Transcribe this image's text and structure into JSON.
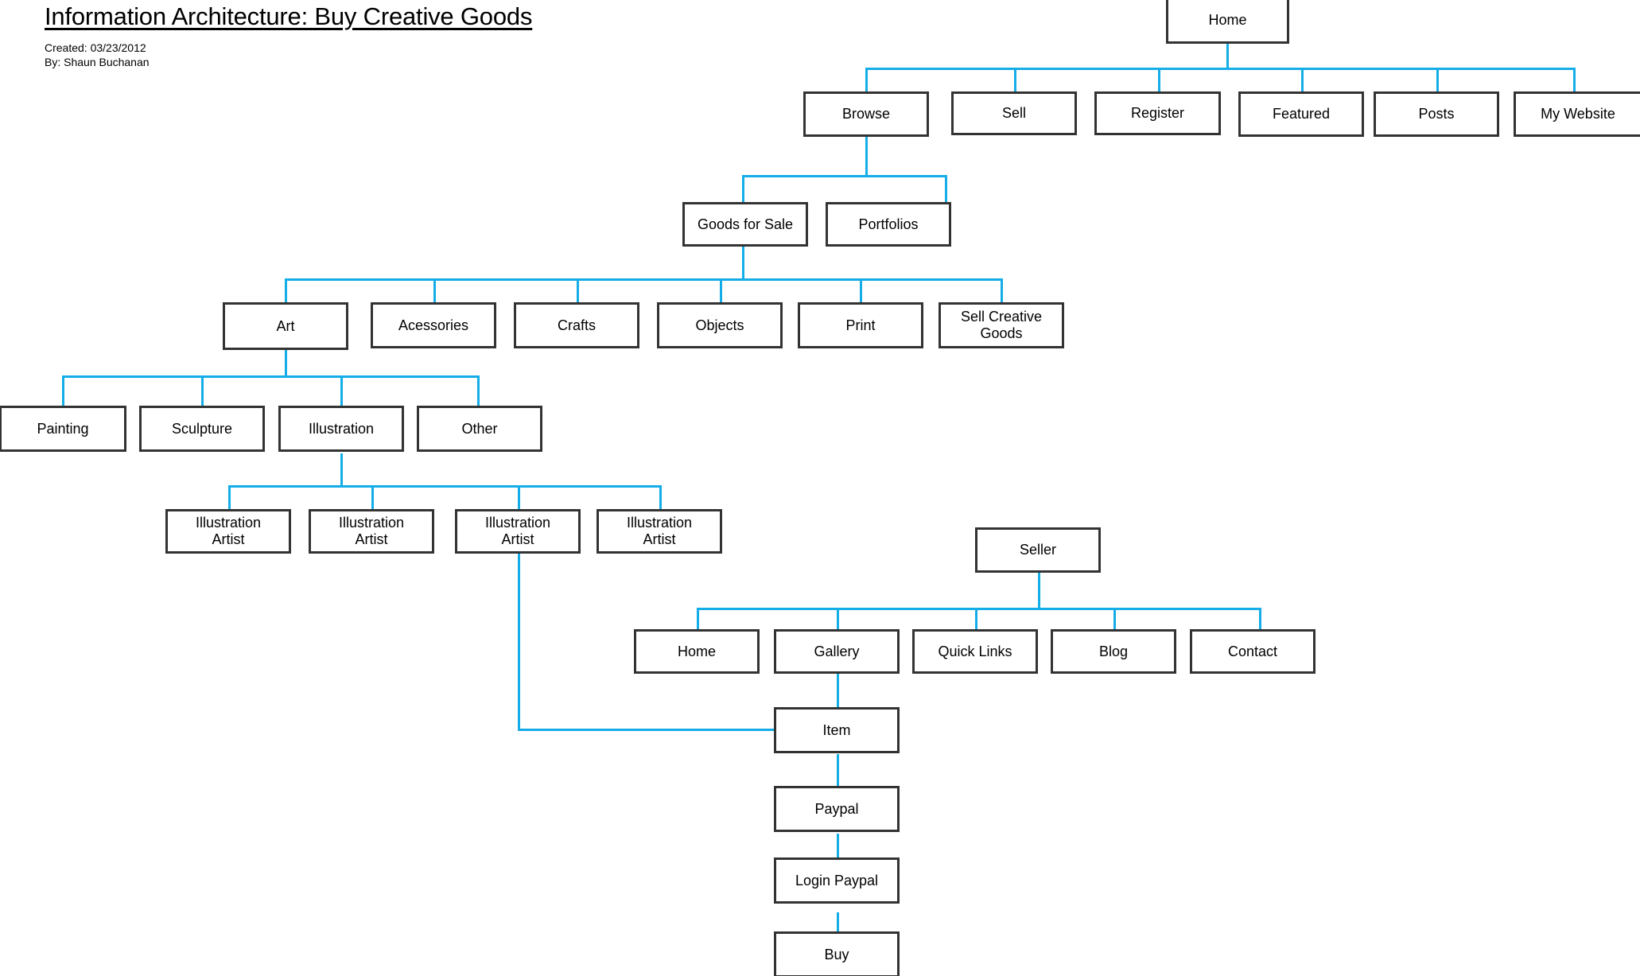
{
  "document": {
    "title": "Information Architecture: Buy Creative Goods",
    "created_label": "Created: 03/23/2012",
    "author_label": "By: Shaun Buchanan"
  },
  "colors": {
    "connector": "#15ADE8",
    "node_border": "#333333",
    "node_fill": "#FFFFFF",
    "text": "#000000"
  },
  "nodes": {
    "home": "Home",
    "browse": "Browse",
    "sell": "Sell",
    "register": "Register",
    "featured": "Featured",
    "posts": "Posts",
    "my_website": "My Website",
    "goods_for_sale": "Goods for Sale",
    "portfolios": "Portfolios",
    "art": "Art",
    "acessories": "Acessories",
    "crafts": "Crafts",
    "objects": "Objects",
    "print": "Print",
    "sell_creative_goods": "Sell Creative\nGoods",
    "painting": "Painting",
    "sculpture": "Sculpture",
    "illustration": "Illustration",
    "other": "Other",
    "illustration_artist_1": "Illustration\nArtist",
    "illustration_artist_2": "Illustration\nArtist",
    "illustration_artist_3": "Illustration\nArtist",
    "illustration_artist_4": "Illustration\nArtist",
    "seller": "Seller",
    "seller_home": "Home",
    "gallery": "Gallery",
    "quick_links": "Quick Links",
    "blog": "Blog",
    "contact": "Contact",
    "item": "Item",
    "paypal": "Paypal",
    "login_paypal": "Login Paypal",
    "buy": "Buy"
  },
  "tree": {
    "root": "Home",
    "levels": [
      {
        "depth": 0,
        "items": [
          "Home"
        ]
      },
      {
        "depth": 1,
        "items": [
          "Browse",
          "Sell",
          "Register",
          "Featured",
          "Posts",
          "My Website"
        ]
      },
      {
        "depth": 2,
        "items": [
          "Goods for Sale",
          "Portfolios"
        ]
      },
      {
        "depth": 3,
        "items": [
          "Art",
          "Acessories",
          "Crafts",
          "Objects",
          "Print",
          "Sell Creative Goods"
        ]
      },
      {
        "depth": 4,
        "items": [
          "Painting",
          "Sculpture",
          "Illustration",
          "Other"
        ]
      },
      {
        "depth": 5,
        "items": [
          "Illustration Artist",
          "Illustration Artist",
          "Illustration Artist",
          "Illustration Artist"
        ]
      }
    ],
    "seller_branch": {
      "root": "Seller",
      "children": [
        "Home",
        "Gallery",
        "Quick Links",
        "Blog",
        "Contact"
      ]
    },
    "purchase_flow": [
      "Item",
      "Paypal",
      "Login Paypal",
      "Buy"
    ]
  }
}
